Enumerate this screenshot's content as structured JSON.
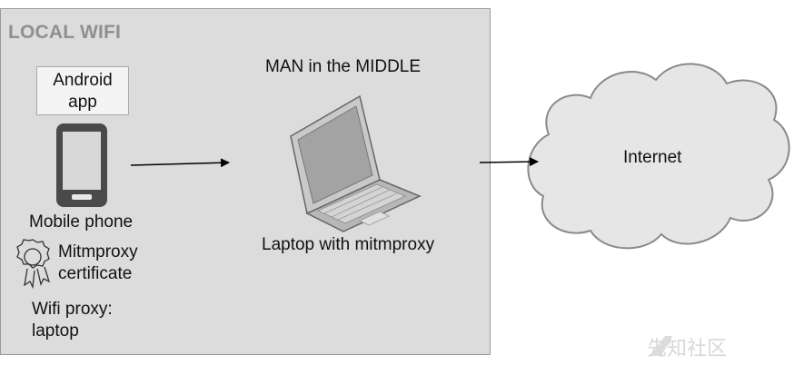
{
  "panel": {
    "title": "LOCAL WIFI"
  },
  "android_app": {
    "label": "Android app"
  },
  "phone": {
    "label": "Mobile phone"
  },
  "certificate": {
    "line1": "Mitmproxy",
    "line2": "certificate"
  },
  "proxy_setting": {
    "line1": "Wifi proxy:",
    "line2": "laptop"
  },
  "mitm": {
    "title": "MAN in the MIDDLE",
    "laptop_label": "Laptop with mitmproxy"
  },
  "internet": {
    "label": "Internet"
  },
  "watermark": {
    "text": "先知社区"
  },
  "colors": {
    "panel_bg": "#dcdcdc",
    "panel_title": "#8f8f8f",
    "phone_body": "#4a4a4a",
    "cloud_fill": "#e6e6e6",
    "arrow": "#000000"
  }
}
